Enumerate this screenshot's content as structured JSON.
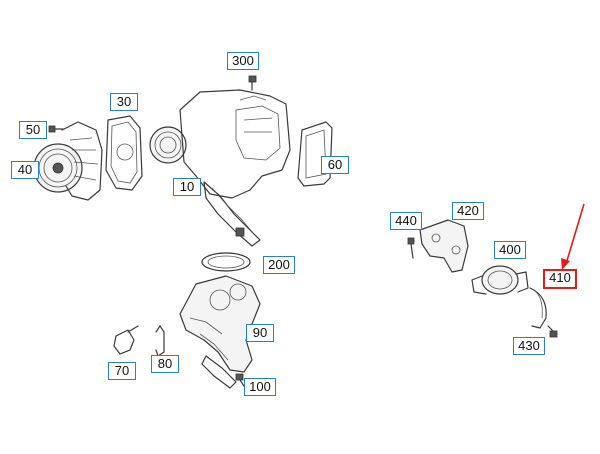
{
  "diagram": {
    "callouts": [
      {
        "id": "c10",
        "label": "10"
      },
      {
        "id": "c30",
        "label": "30"
      },
      {
        "id": "c40",
        "label": "40"
      },
      {
        "id": "c50",
        "label": "50"
      },
      {
        "id": "c60",
        "label": "60"
      },
      {
        "id": "c70",
        "label": "70"
      },
      {
        "id": "c80",
        "label": "80"
      },
      {
        "id": "c90",
        "label": "90"
      },
      {
        "id": "c100",
        "label": "100"
      },
      {
        "id": "c200",
        "label": "200"
      },
      {
        "id": "c300",
        "label": "300"
      },
      {
        "id": "c400",
        "label": "400"
      },
      {
        "id": "c410",
        "label": "410"
      },
      {
        "id": "c420",
        "label": "420"
      },
      {
        "id": "c430",
        "label": "430"
      },
      {
        "id": "c440",
        "label": "440"
      }
    ],
    "highlighted_callout": "410",
    "colors": {
      "callout_border": "#2b7fc4",
      "highlight_border": "#e11d1d",
      "arrow": "#e11d1d",
      "line_art": "#3a3a3a"
    }
  }
}
